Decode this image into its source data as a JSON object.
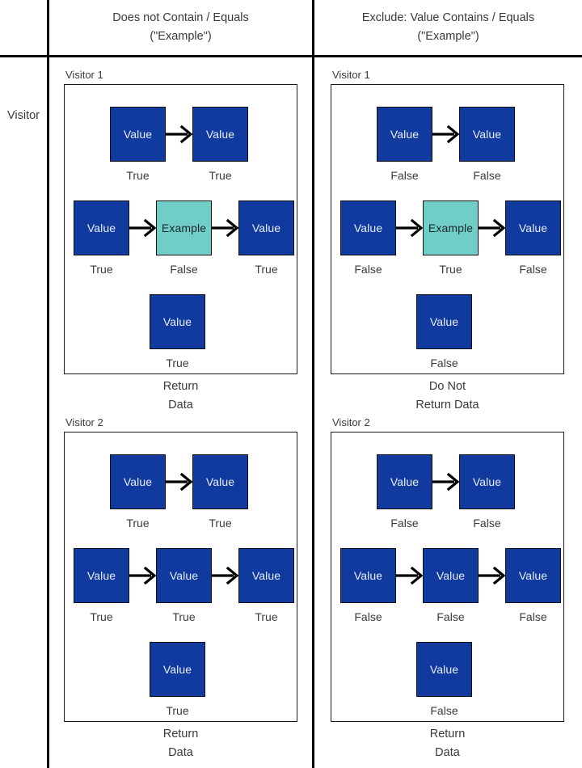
{
  "colors": {
    "value_box": "#103A9E",
    "example_box": "#6FCFC6",
    "panel_border": "#1a1a1a",
    "table_rule": "#000000",
    "text": "#3a3a3a"
  },
  "header": {
    "row_label": "Visitor",
    "columns": [
      {
        "line1": "Does not Contain / Equals",
        "line2": "(\"Example\")"
      },
      {
        "line1": "Exclude: Value Contains / Equals",
        "line2": "(\"Example\")"
      }
    ]
  },
  "labels": {
    "value": "Value",
    "example": "Example",
    "true": "True",
    "false": "False"
  },
  "groups": [
    {
      "column": "does-not-contain",
      "visitor_label": "Visitor 1",
      "footer_line1": "Return",
      "footer_line2": "Data",
      "rows": [
        {
          "name": "row-1",
          "nodes": [
            {
              "text": "Value",
              "kind": "blue",
              "label": "True"
            },
            {
              "text": "Value",
              "kind": "blue",
              "label": "True"
            }
          ]
        },
        {
          "name": "row-2",
          "nodes": [
            {
              "text": "Value",
              "kind": "blue",
              "label": "True"
            },
            {
              "text": "Example",
              "kind": "teal",
              "label": "False"
            },
            {
              "text": "Value",
              "kind": "blue",
              "label": "True"
            }
          ]
        },
        {
          "name": "row-3",
          "nodes": [
            {
              "text": "Value",
              "kind": "blue",
              "label": "True"
            }
          ]
        }
      ]
    },
    {
      "column": "exclude-value-contains",
      "visitor_label": "Visitor 1",
      "footer_line1": "Do Not",
      "footer_line2": "Return Data",
      "rows": [
        {
          "name": "row-1",
          "nodes": [
            {
              "text": "Value",
              "kind": "blue",
              "label": "False"
            },
            {
              "text": "Value",
              "kind": "blue",
              "label": "False"
            }
          ]
        },
        {
          "name": "row-2",
          "nodes": [
            {
              "text": "Value",
              "kind": "blue",
              "label": "False"
            },
            {
              "text": "Example",
              "kind": "teal",
              "label": "True"
            },
            {
              "text": "Value",
              "kind": "blue",
              "label": "False"
            }
          ]
        },
        {
          "name": "row-3",
          "nodes": [
            {
              "text": "Value",
              "kind": "blue",
              "label": "False"
            }
          ]
        }
      ]
    },
    {
      "column": "does-not-contain",
      "visitor_label": "Visitor 2",
      "footer_line1": "Return",
      "footer_line2": "Data",
      "rows": [
        {
          "name": "row-1",
          "nodes": [
            {
              "text": "Value",
              "kind": "blue",
              "label": "True"
            },
            {
              "text": "Value",
              "kind": "blue",
              "label": "True"
            }
          ]
        },
        {
          "name": "row-2",
          "nodes": [
            {
              "text": "Value",
              "kind": "blue",
              "label": "True"
            },
            {
              "text": "Value",
              "kind": "blue",
              "label": "True"
            },
            {
              "text": "Value",
              "kind": "blue",
              "label": "True"
            }
          ]
        },
        {
          "name": "row-3",
          "nodes": [
            {
              "text": "Value",
              "kind": "blue",
              "label": "True"
            }
          ]
        }
      ]
    },
    {
      "column": "exclude-value-contains",
      "visitor_label": "Visitor 2",
      "footer_line1": "Return",
      "footer_line2": "Data",
      "rows": [
        {
          "name": "row-1",
          "nodes": [
            {
              "text": "Value",
              "kind": "blue",
              "label": "False"
            },
            {
              "text": "Value",
              "kind": "blue",
              "label": "False"
            }
          ]
        },
        {
          "name": "row-2",
          "nodes": [
            {
              "text": "Value",
              "kind": "blue",
              "label": "False"
            },
            {
              "text": "Value",
              "kind": "blue",
              "label": "False"
            },
            {
              "text": "Value",
              "kind": "blue",
              "label": "False"
            }
          ]
        },
        {
          "name": "row-3",
          "nodes": [
            {
              "text": "Value",
              "kind": "blue",
              "label": "False"
            }
          ]
        }
      ]
    }
  ]
}
